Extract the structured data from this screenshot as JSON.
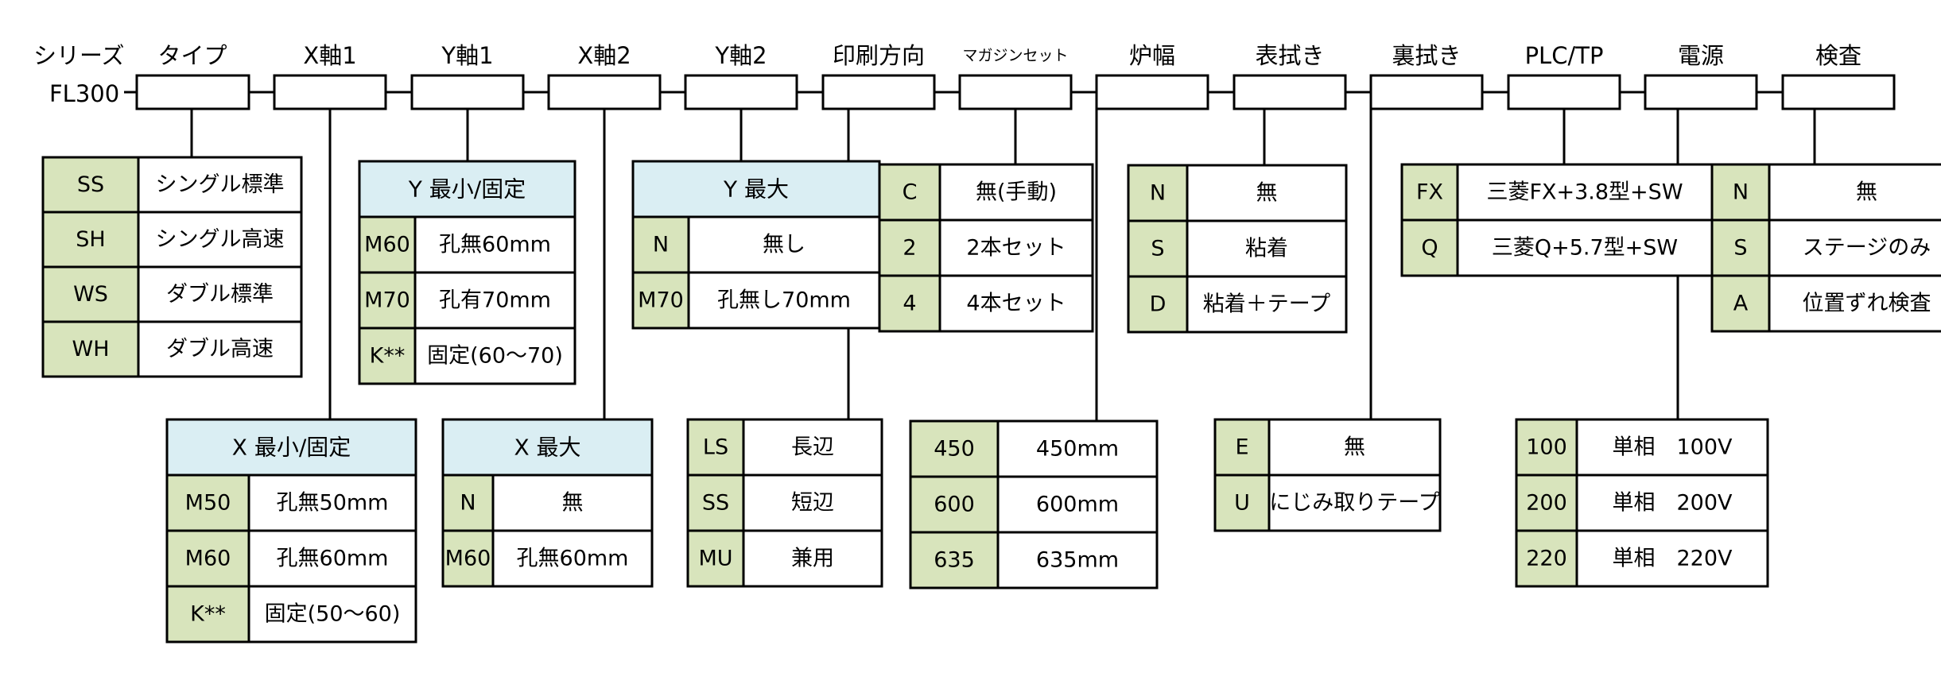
{
  "series": {
    "label": "シリーズ",
    "model": "FL300"
  },
  "columns": [
    {
      "id": "type",
      "label": "タイプ"
    },
    {
      "id": "x1",
      "label": "X軸1"
    },
    {
      "id": "y1",
      "label": "Y軸1"
    },
    {
      "id": "x2",
      "label": "X軸2"
    },
    {
      "id": "y2",
      "label": "Y軸2"
    },
    {
      "id": "print",
      "label": "印刷方向"
    },
    {
      "id": "magazine",
      "label": "マガジンセット"
    },
    {
      "id": "width",
      "label": "炉幅"
    },
    {
      "id": "front",
      "label": "表拭き"
    },
    {
      "id": "back",
      "label": "裏拭き"
    },
    {
      "id": "plc",
      "label": "PLC/TP"
    },
    {
      "id": "power",
      "label": "電源"
    },
    {
      "id": "inspect",
      "label": "検査"
    }
  ],
  "tables": [
    {
      "id": "type",
      "title": "",
      "rows": [
        {
          "code": "SS",
          "desc": "シングル標準"
        },
        {
          "code": "SH",
          "desc": "シングル高速"
        },
        {
          "code": "WS",
          "desc": "ダブル標準"
        },
        {
          "code": "WH",
          "desc": "ダブル高速"
        }
      ]
    },
    {
      "id": "y1",
      "title": "Y 最小/固定",
      "rows": [
        {
          "code": "M60",
          "desc": "孔無60mm"
        },
        {
          "code": "M70",
          "desc": "孔有70mm"
        },
        {
          "code": "K**",
          "desc": "固定(60～70)"
        }
      ]
    },
    {
      "id": "y2",
      "title": "Y 最大",
      "rows": [
        {
          "code": "N",
          "desc": "無し"
        },
        {
          "code": "M70",
          "desc": "孔無し70mm"
        }
      ]
    },
    {
      "id": "magazine",
      "title": "",
      "rows": [
        {
          "code": "C",
          "desc": "無(手動)"
        },
        {
          "code": "2",
          "desc": "2本セット"
        },
        {
          "code": "4",
          "desc": "4本セット"
        }
      ]
    },
    {
      "id": "front",
      "title": "",
      "rows": [
        {
          "code": "N",
          "desc": "無"
        },
        {
          "code": "S",
          "desc": "粘着"
        },
        {
          "code": "D",
          "desc": "粘着＋テープ"
        }
      ]
    },
    {
      "id": "plc",
      "title": "",
      "rows": [
        {
          "code": "FX",
          "desc": "三菱FX+3.8型+SW"
        },
        {
          "code": "Q",
          "desc": "三菱Q+5.7型+SW"
        }
      ]
    },
    {
      "id": "inspect",
      "title": "",
      "rows": [
        {
          "code": "N",
          "desc": "無"
        },
        {
          "code": "S",
          "desc": "ステージのみ"
        },
        {
          "code": "A",
          "desc": "位置ずれ検査"
        }
      ]
    },
    {
      "id": "x1",
      "title": "X 最小/固定",
      "rows": [
        {
          "code": "M50",
          "desc": "孔無50mm"
        },
        {
          "code": "M60",
          "desc": "孔無60mm"
        },
        {
          "code": "K**",
          "desc": "固定(50～60)"
        }
      ]
    },
    {
      "id": "x2",
      "title": "X 最大",
      "rows": [
        {
          "code": "N",
          "desc": "無"
        },
        {
          "code": "M60",
          "desc": "孔無60mm"
        }
      ]
    },
    {
      "id": "print",
      "title": "",
      "rows": [
        {
          "code": "LS",
          "desc": "長辺"
        },
        {
          "code": "SS",
          "desc": "短辺"
        },
        {
          "code": "MU",
          "desc": "兼用"
        }
      ]
    },
    {
      "id": "width",
      "title": "",
      "rows": [
        {
          "code": "450",
          "desc": "450mm"
        },
        {
          "code": "600",
          "desc": "600mm"
        },
        {
          "code": "635",
          "desc": "635mm"
        }
      ]
    },
    {
      "id": "back",
      "title": "",
      "rows": [
        {
          "code": "E",
          "desc": "無"
        },
        {
          "code": "U",
          "desc": "にじみ取りテープ"
        }
      ]
    },
    {
      "id": "power",
      "title": "",
      "rows": [
        {
          "code": "100",
          "desc": "単相　100V"
        },
        {
          "code": "200",
          "desc": "単相　200V"
        },
        {
          "code": "220",
          "desc": "単相　220V"
        }
      ]
    }
  ],
  "colors": {
    "code_fill": "#d8e4bc",
    "title_fill": "#daeef3",
    "line": "#000000",
    "background": "#ffffff"
  }
}
